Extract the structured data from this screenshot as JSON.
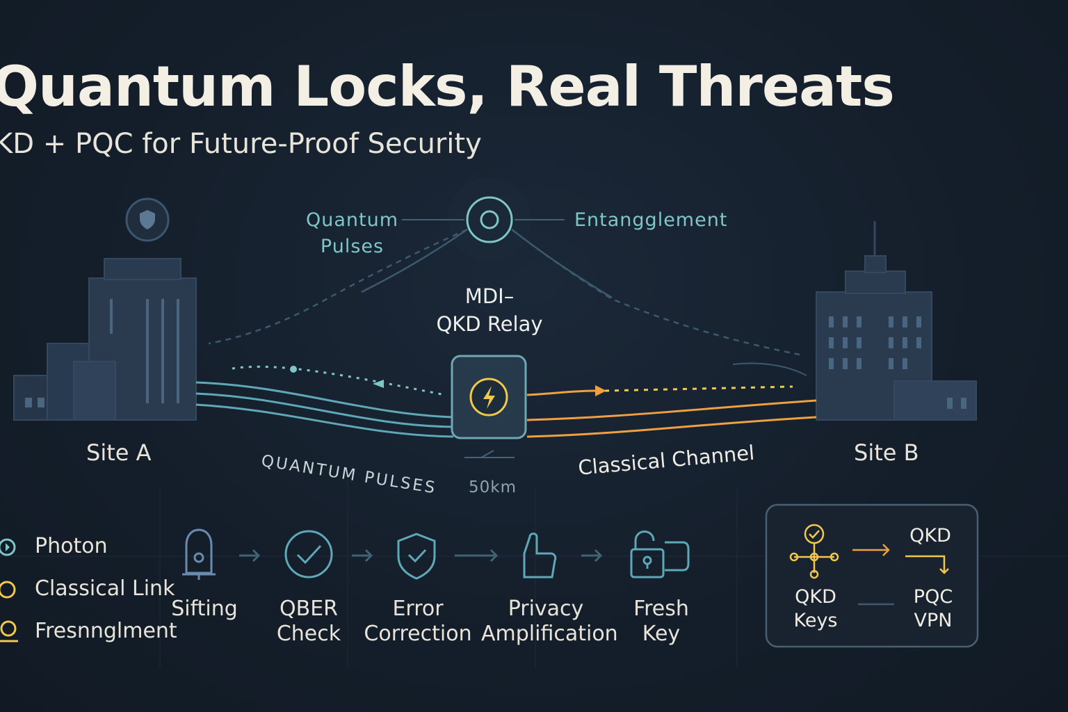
{
  "header": {
    "title": "Quantum Locks, Real Threats",
    "subtitle": "KD + PQC for Future-Proof Security"
  },
  "diagram": {
    "site_a": "Site A",
    "site_b": "Site B",
    "quantum_pulses_top": "Quantum\nPulses",
    "entanglement": "Entangglement",
    "relay_line1": "MDI–",
    "relay_line2": "QKD Relay",
    "quantum_pulses_channel": "QUANTUM PULSES",
    "classical_channel": "Classical Channel",
    "distance": "50km"
  },
  "legend": {
    "items": [
      {
        "label": "Photon",
        "icon": "photon-icon"
      },
      {
        "label": "Classical Link",
        "icon": "classical-link-icon"
      },
      {
        "label": "Fresnnglment",
        "icon": "pin-icon"
      }
    ]
  },
  "pipeline": {
    "steps": [
      {
        "label": "Sifting",
        "icon": "bell-icon"
      },
      {
        "label": "QBER\nCheck",
        "icon": "check-circle-icon"
      },
      {
        "label": "Error\nCorrection",
        "icon": "shield-check-icon"
      },
      {
        "label": "Privacy\nAmplification",
        "icon": "thumb-icon"
      },
      {
        "label": "Fresh\nKey",
        "icon": "unlock-icon"
      }
    ]
  },
  "summary_box": {
    "qkd_keys": "QKD\nKeys",
    "qkd": "QKD",
    "pqc_vpn": "PQC\nVPN"
  },
  "colors": {
    "background": "#141e2a",
    "teal": "#5fa8b8",
    "orange": "#f0a040",
    "yellow": "#f2c94c",
    "building": "#2a3c52"
  }
}
